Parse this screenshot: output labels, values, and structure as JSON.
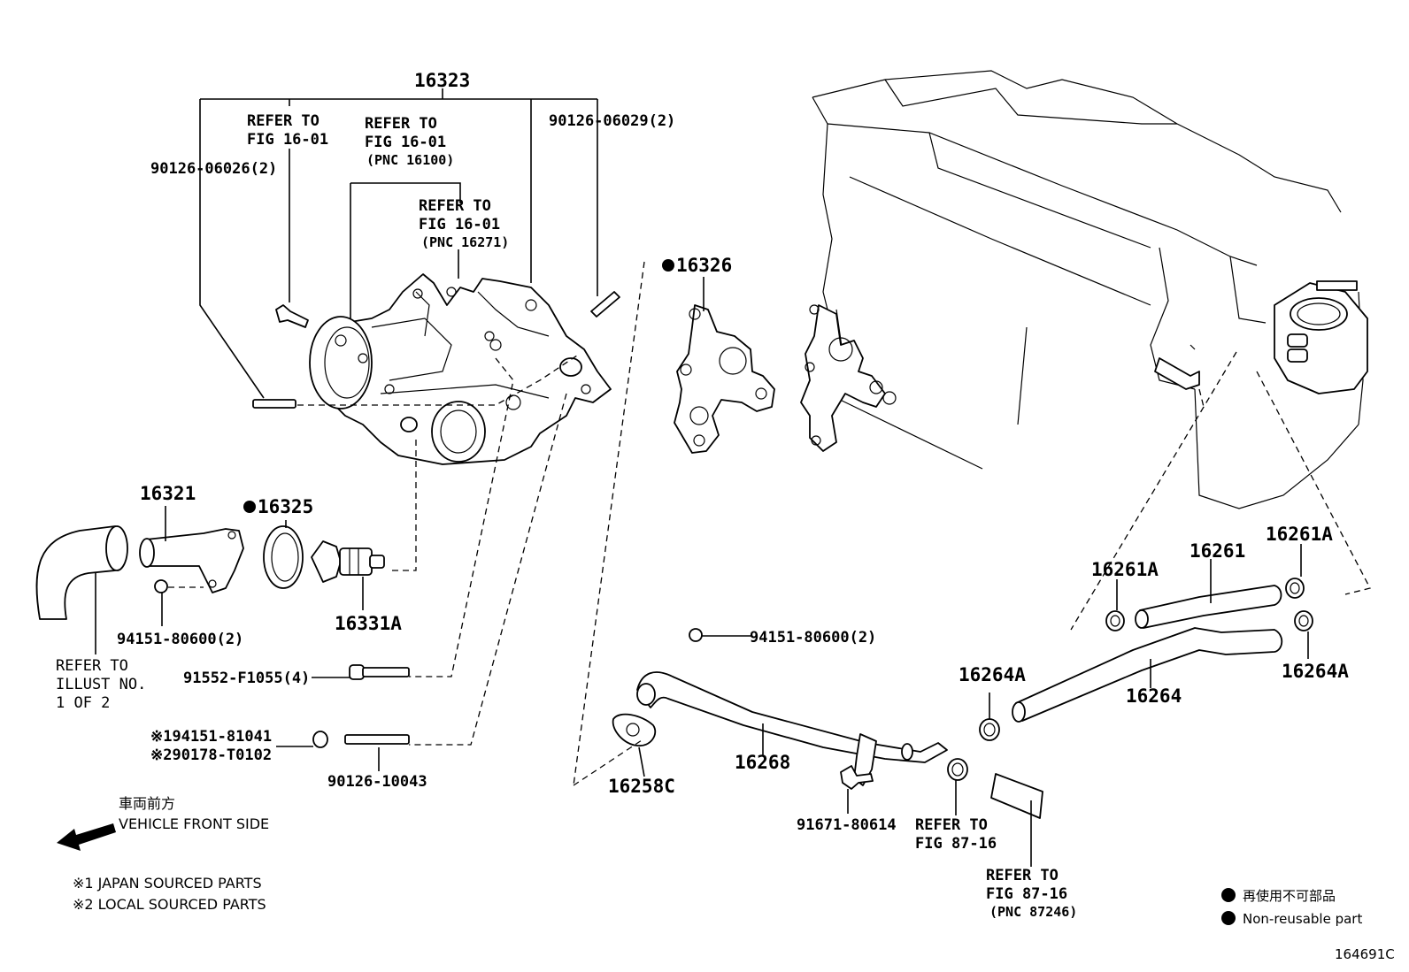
{
  "labels": {
    "p16323": "16323",
    "refer_16_01_a": [
      "REFER TO",
      "FIG 16-01"
    ],
    "refer_16_01_b": [
      "REFER TO",
      "FIG 16-01",
      "(PNC 16100)"
    ],
    "refer_16_01_c": [
      "REFER TO",
      "FIG 16-01",
      "(PNC 16271)"
    ],
    "p90126_06026": "90126-06026(2)",
    "p90126_06029": "90126-06029(2)",
    "p16326": "16326",
    "p16321": "16321",
    "p16325": "16325",
    "p94151_80600_a": "94151-80600(2)",
    "p16331a": "16331A",
    "refer_illust": [
      "REFER TO",
      "ILLUST NO.",
      "1 OF 2"
    ],
    "p91552": "91552-F1055(4)",
    "p94151_81041": "※194151-81041",
    "p90178": "※290178-T0102",
    "p90126_10043": "90126-10043",
    "p94151_80600_b": "94151-80600(2)",
    "p16268": "16268",
    "p16258c": "16258C",
    "p91671": "91671-80614",
    "refer_87_16_a": [
      "REFER TO",
      "FIG 87-16"
    ],
    "refer_87_16_b": [
      "REFER TO",
      "FIG 87-16",
      "(PNC 87246)"
    ],
    "p16264a_left": "16264A",
    "p16264": "16264",
    "p16264a_right": "16264A",
    "p16261a_left": "16261A",
    "p16261": "16261",
    "p16261a_right": "16261A"
  },
  "direction": {
    "jp": "車両前方",
    "en": "VEHICLE FRONT SIDE",
    "icon": "arrow-left-icon"
  },
  "notes": {
    "note1": "※1 JAPAN SOURCED PARTS",
    "note2": "※2 LOCAL SOURCED PARTS"
  },
  "legend": {
    "jp": "再使用不可部品",
    "en": "Non-reusable part",
    "icon": "filled-circle-icon"
  },
  "figure_id": "164691C",
  "colors": {
    "ink": "#000000",
    "paper": "#ffffff"
  }
}
